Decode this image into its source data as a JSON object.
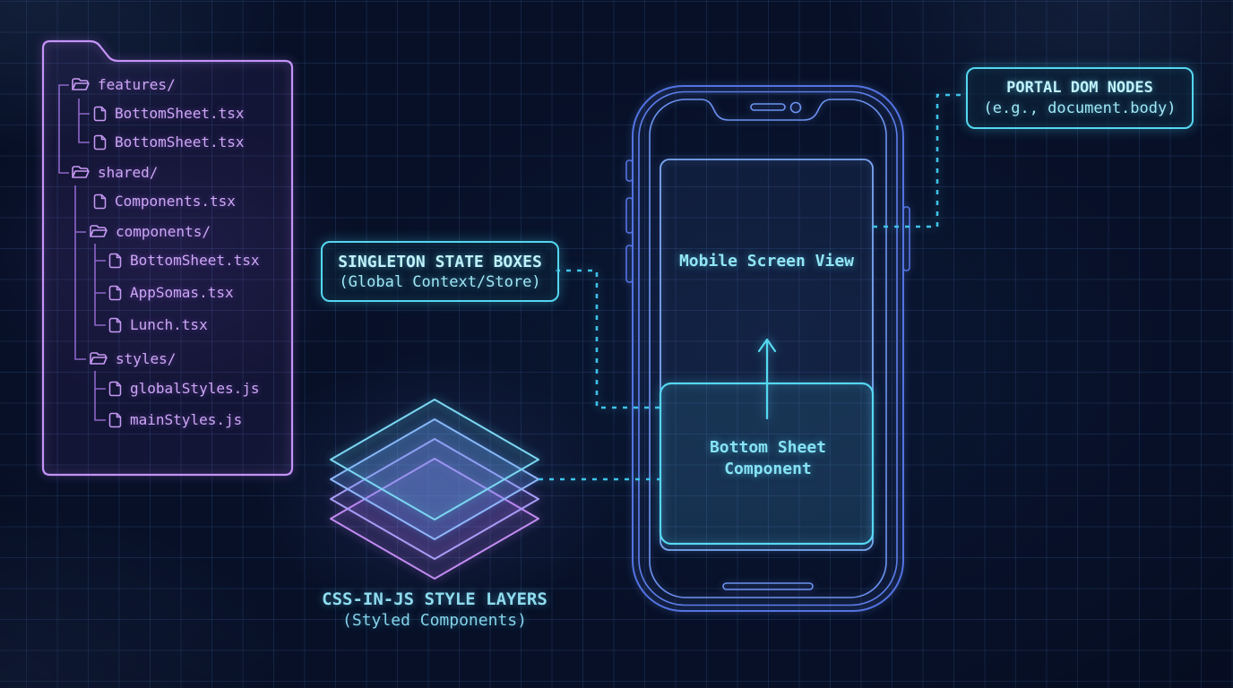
{
  "file_tree": {
    "items": [
      {
        "label": "features/",
        "type": "folder"
      },
      {
        "label": "BottomSheet.tsx",
        "type": "file"
      },
      {
        "label": "BottomSheet.tsx",
        "type": "file"
      },
      {
        "label": "shared/",
        "type": "folder"
      },
      {
        "label": "Components.tsx",
        "type": "file"
      },
      {
        "label": "components/",
        "type": "folder"
      },
      {
        "label": "BottomSheet.tsx",
        "type": "file"
      },
      {
        "label": "AppSomas.tsx",
        "type": "file"
      },
      {
        "label": "Lunch.tsx",
        "type": "file"
      },
      {
        "label": "styles/",
        "type": "folder"
      },
      {
        "label": "globalStyles.js",
        "type": "file"
      },
      {
        "label": "mainStyles.js",
        "type": "file"
      }
    ]
  },
  "phone": {
    "screen_label": "Mobile Screen View",
    "bottom_sheet_label": "Bottom Sheet Component"
  },
  "callouts": {
    "singleton": {
      "title": "SINGLETON STATE BOXES",
      "subtitle": "(Global Context/Store)"
    },
    "portal": {
      "title": "PORTAL DOM NODES",
      "subtitle": "(e.g., document.body)"
    },
    "style_layers": {
      "title": "CSS-IN-JS STYLE LAYERS",
      "subtitle": "(Styled Components)"
    }
  },
  "icons": {
    "folder": "folder-icon",
    "file": "file-icon",
    "arrow_up": "arrow-up-icon"
  },
  "colors": {
    "background": "#071027",
    "grid_line": "#2a4a75",
    "purple_accent": "#c493f7",
    "blue_accent": "#5d7ee9",
    "cyan_accent": "#55d7f0"
  }
}
